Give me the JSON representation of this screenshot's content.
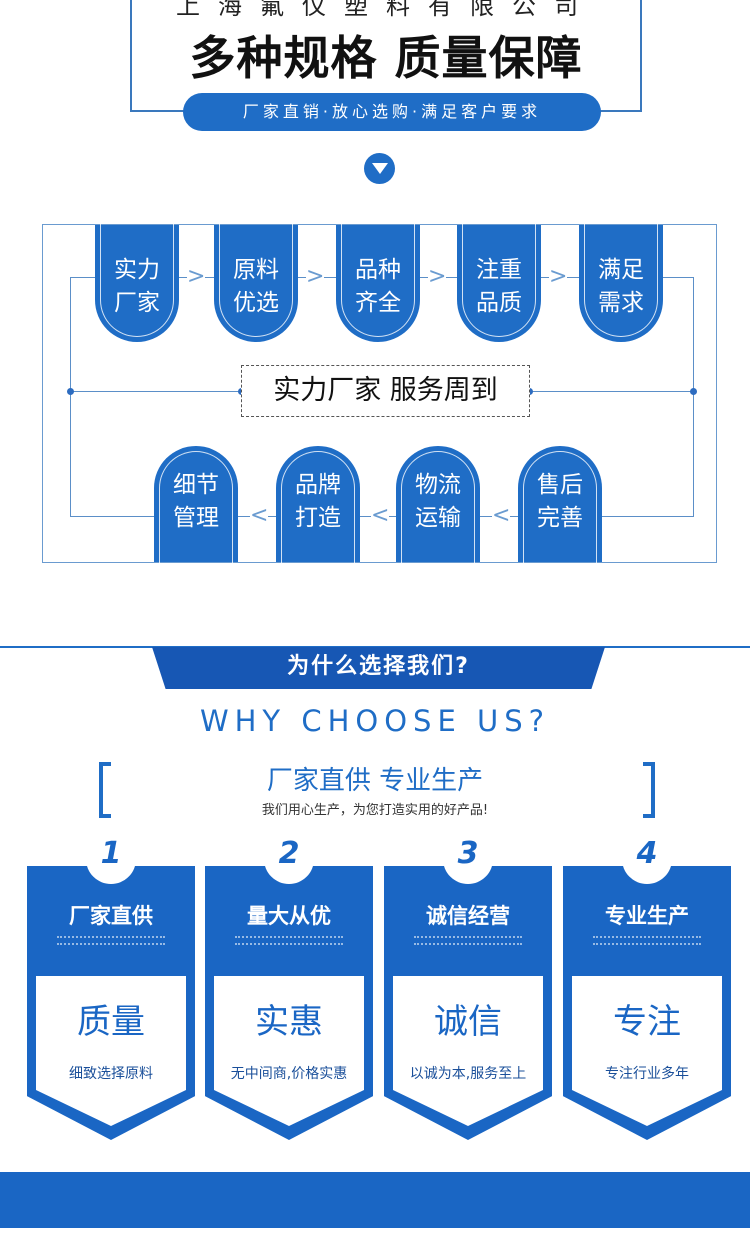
{
  "header": {
    "company": "上海氟仪塑料有限公司",
    "title": "多种规格 质量保障",
    "slogan": "厂家直销·放心选购·满足客户要求",
    "down_icon": "down-triangle-circle-icon"
  },
  "flow": {
    "top": [
      {
        "l1": "实力",
        "l2": "厂家"
      },
      {
        "l1": "原料",
        "l2": "优选"
      },
      {
        "l1": "品种",
        "l2": "齐全"
      },
      {
        "l1": "注重",
        "l2": "品质"
      },
      {
        "l1": "满足",
        "l2": "需求"
      }
    ],
    "center": "实力厂家 服务周到",
    "bottom": [
      {
        "l1": "细节",
        "l2": "管理"
      },
      {
        "l1": "品牌",
        "l2": "打造"
      },
      {
        "l1": "物流",
        "l2": "运输"
      },
      {
        "l1": "售后",
        "l2": "完善"
      }
    ]
  },
  "why": {
    "tab": "为什么选择我们?",
    "english": "WHY CHOOSE US?",
    "heading": "厂家直供 专业生产",
    "subheading": "我们用心生产，为您打造实用的好产品!"
  },
  "cards": [
    {
      "num": "1",
      "title": "厂家直供",
      "big": "质量",
      "small": "细致选择原料"
    },
    {
      "num": "2",
      "title": "量大从优",
      "big": "实惠",
      "small": "无中间商,价格实惠"
    },
    {
      "num": "3",
      "title": "诚信经营",
      "big": "诚信",
      "small": "以诚为本,服务至上"
    },
    {
      "num": "4",
      "title": "专业生产",
      "big": "专注",
      "small": "专注行业多年"
    }
  ],
  "colors": {
    "primary": "#1f6dc6",
    "dark": "#1757b4"
  }
}
